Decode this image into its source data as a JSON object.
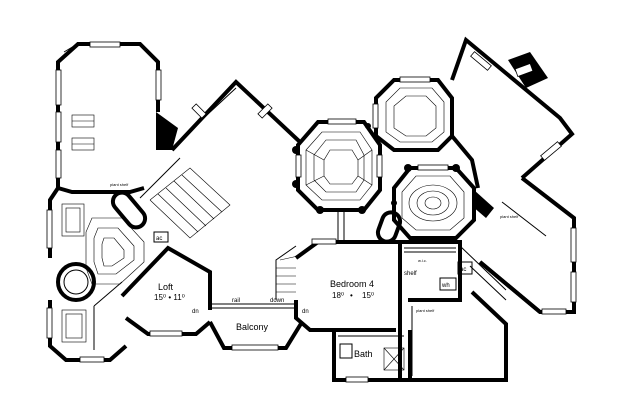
{
  "rooms": {
    "loft": {
      "name": "Loft",
      "dims": "15⁰ • 11⁰"
    },
    "bedroom4": {
      "name": "Bedroom 4",
      "dim_w": "18⁰",
      "dim_sep": "•",
      "dim_h": "15⁰"
    },
    "balcony": {
      "name": "Balcony"
    },
    "bath": {
      "name": "Bath"
    }
  },
  "labels": {
    "rail": "rail",
    "down": "down",
    "dn_left": "dn",
    "dn_right": "dn",
    "shelf": "shelf",
    "wic": "w.i.c.",
    "wh": "wh",
    "ac_left": "ac",
    "ac_right": "ac",
    "plant_shelf_top": "plant shelf",
    "plant_shelf_right": "plant shelf",
    "plant_shelf_lower": "plant shelf"
  }
}
